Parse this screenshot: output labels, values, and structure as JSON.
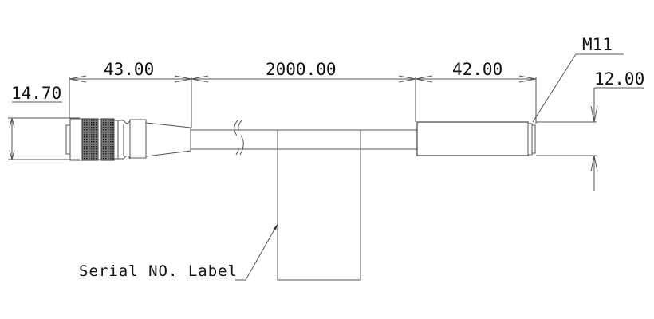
{
  "drawing": {
    "dimensions": {
      "connector_diameter": "14.70",
      "connector_length": "43.00",
      "cable_length": "2000.00",
      "sensor_length": "42.00",
      "sensor_diameter": "12.00",
      "thread": "M11"
    },
    "callouts": {
      "serial_label": "Serial NO. Label"
    }
  }
}
